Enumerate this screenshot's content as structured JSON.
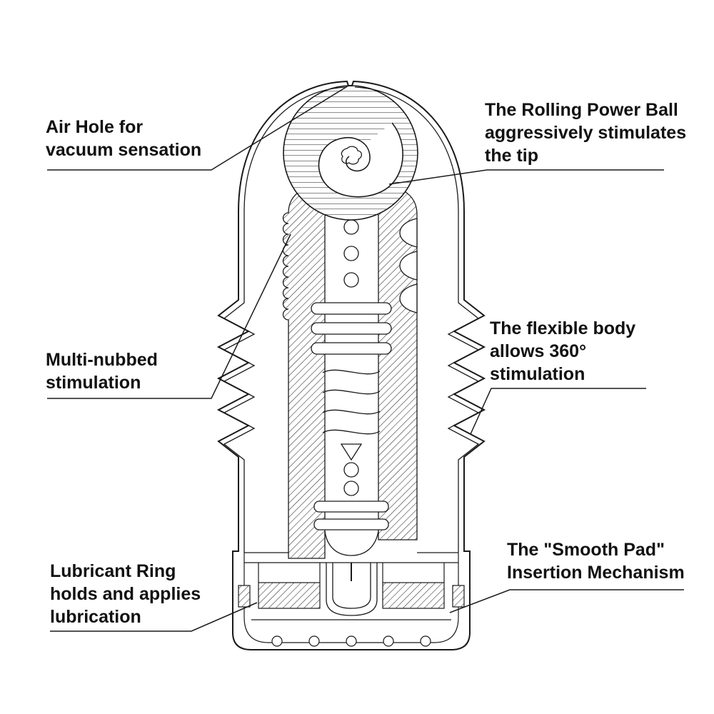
{
  "colors": {
    "ink": "#1a1a1a",
    "background": "#ffffff"
  },
  "callouts": {
    "air_hole": {
      "text": "Air Hole for\nvacuum sensation"
    },
    "power_ball": {
      "text": "The Rolling Power Ball\naggressively stimulates\nthe tip"
    },
    "multi_nub": {
      "text": "Multi-nubbed\nstimulation"
    },
    "flexible_body": {
      "text": "The flexible body\nallows 360°\nstimulation"
    },
    "lubricant_ring": {
      "text": "Lubricant Ring\nholds and applies\nlubrication"
    },
    "smooth_pad": {
      "text": "The \"Smooth Pad\"\nInsertion Mechanism"
    }
  }
}
